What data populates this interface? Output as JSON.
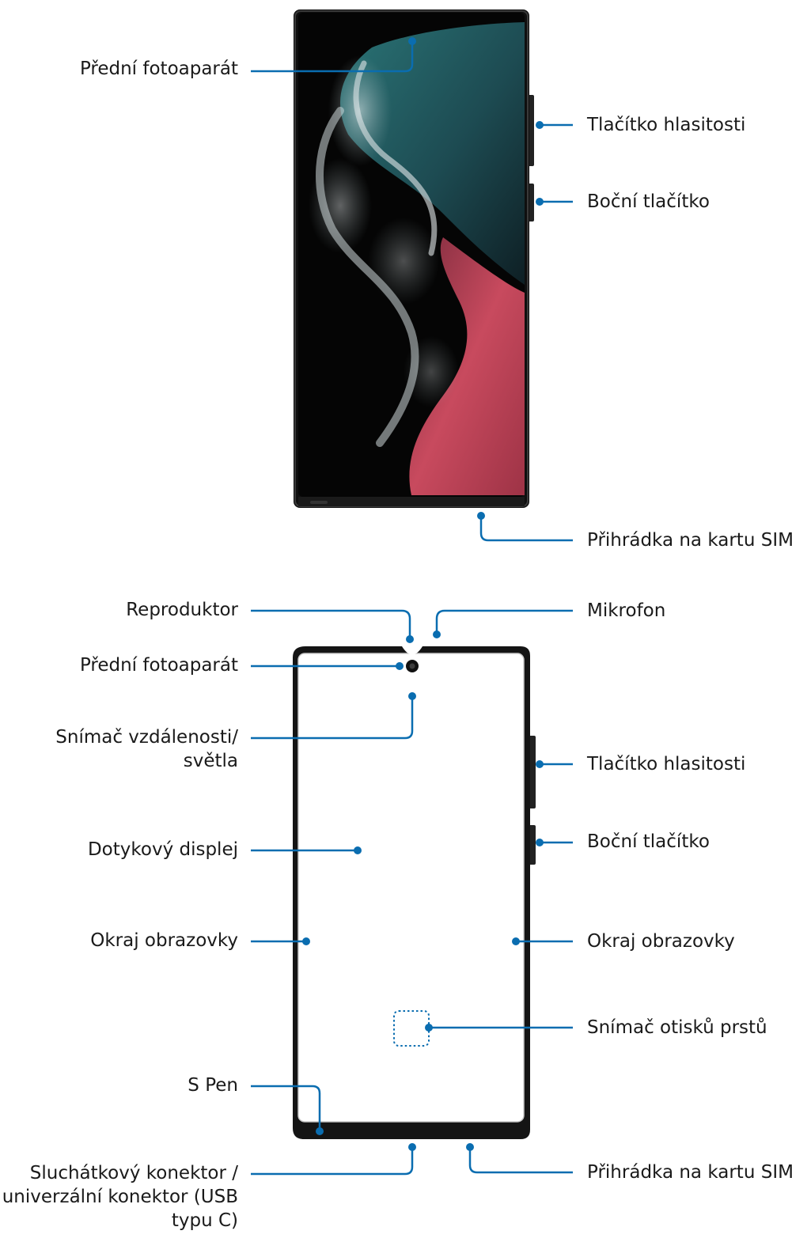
{
  "front_view": {
    "labels": {
      "front_camera": "Přední fotoaparát",
      "volume_key": "Tlačítko hlasitosti",
      "side_key": "Boční tlačítko",
      "sim_tray": "Přihrádka na kartu SIM"
    }
  },
  "panel_view": {
    "labels": {
      "speaker": "Reproduktor",
      "microphone": "Mikrofon",
      "front_camera": "Přední fotoaparát",
      "proximity_sensor_line1": "Snímač vzdálenosti/",
      "proximity_sensor_line2": "světla",
      "volume_key": "Tlačítko hlasitosti",
      "touchscreen": "Dotykový displej",
      "side_key": "Boční tlačítko",
      "edge_left": "Okraj obrazovky",
      "edge_right": "Okraj obrazovky",
      "fingerprint_sensor": "Snímač otisků prstů",
      "s_pen": "S Pen",
      "connector_line1": "Sluchátkový konektor /",
      "connector_line2": "univerzální konektor (USB",
      "connector_line3": "typu C)",
      "sim_tray": "Přihrádka na kartu SIM"
    }
  },
  "colors": {
    "callout_line": "#0a6db0",
    "phone_body": "#111111",
    "wallpaper_teal": "#2e6c70",
    "wallpaper_pink": "#c2485c"
  }
}
